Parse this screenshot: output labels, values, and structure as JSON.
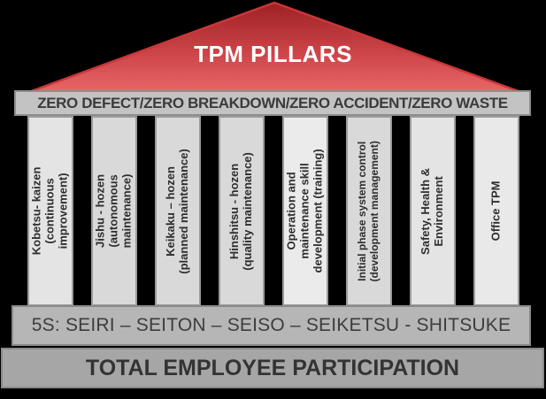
{
  "roof": {
    "title": "TPM PILLARS"
  },
  "header_beam": {
    "label": "ZERO DEFECT/ZERO BREAKDOWN/ZERO ACCIDENT/ZERO WASTE"
  },
  "pillars": [
    {
      "label": "Kobetsu- kaizen\n(continuous\nimprovement)"
    },
    {
      "label": "Jishu - hozen\n(autonomous\nmaintenance)"
    },
    {
      "label": "Keikaku – hozen\n(planned maintenance)"
    },
    {
      "label": "Hinshitsu - hozen\n(quality maintenance)"
    },
    {
      "label": "Operation and\nmaintenance skill\ndevelopment (training)"
    },
    {
      "label": "Initial phase system control\n(development management)"
    },
    {
      "label": "Safety, Health &\nEnvironment"
    },
    {
      "label": "Office TPM"
    }
  ],
  "base_beam": {
    "label": "5S: SEIRI – SEITON – SEISO – SEIKETSU - SHITSUKE"
  },
  "foundation_beam": {
    "label": "TOTAL EMPLOYEE PARTICIPATION"
  },
  "colors": {
    "background": "#000000",
    "roof_gradient_top": "#9e2124",
    "roof_gradient_bottom": "#ea6868",
    "roof_edge": "#c9373a",
    "roof_title_text": "#ffffff",
    "header_beam_fill": "#c3c3c3",
    "base_beam_fill": "#b6b6b6",
    "foundation_beam_fill": "#a6a6a6",
    "pillar_fill": "#dedede",
    "beam_border": "#8a8a8a",
    "dark_text": "#3b3b3b"
  }
}
